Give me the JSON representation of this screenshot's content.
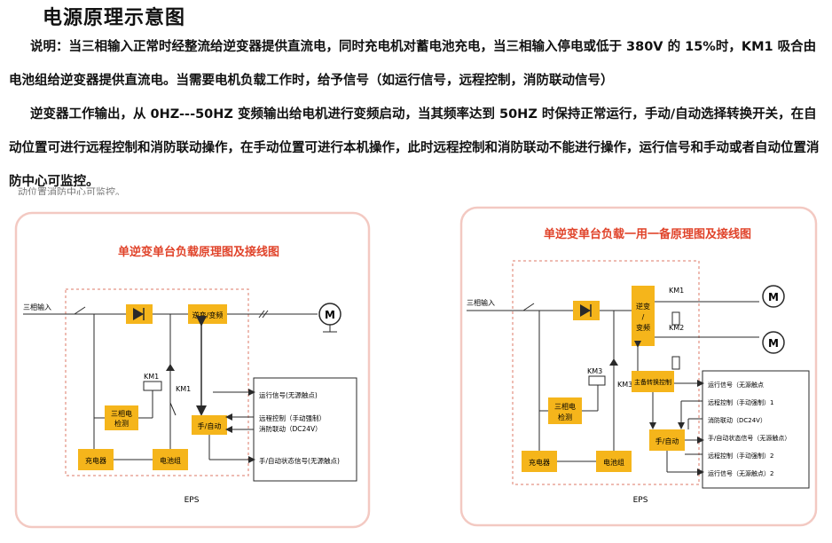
{
  "doc": {
    "title": "电源原理示意图",
    "para1": "说明：当三相输入正常时经整流给逆变器提供直流电，同时充电机对蓄电池充电，当三相输入停电或低于 380V 的 15%时，KM1 吸合由电池组给逆变器提供直流电。当需要电机负载工作时，给予信号（如运行信号，远程控制，消防联动信号）",
    "para2": "逆变器工作输出，从 0HZ---50HZ 变频输出给电机进行变频启动，当其频率达到 50HZ 时保持正常运行，手动/自动选择转换开关，在自动位置可进行远程控制和消防联动操作，在手动位置可进行本机操作，此时远程控制和消防联动不能进行操作，运行信号和手动或者自动位置消防中心可监控。",
    "clipped_line": "动位置消防中心可监控。"
  },
  "diagram_left": {
    "title": "单逆变单台负载原理图及接线图",
    "input_label": "三相输入",
    "inverter": "逆变/变频",
    "motor": "M",
    "km1": "KM1",
    "tri_detect_1": "三相电",
    "tri_detect_2": "检测",
    "manual_auto": "手/自动",
    "charger": "充电器",
    "battery": "电池组",
    "signal_1": "运行信号(无源触点)",
    "signal_2": "远程控制（手动强制）",
    "signal_3": "消防联动（DC24V）",
    "signal_4": "手/自动状态信号(无源触点)",
    "eps": "EPS"
  },
  "diagram_right": {
    "title": "单逆变单台负载一用一备原理图及接线图",
    "input_label": "三相输入",
    "inverter_1": "逆变",
    "inverter_2": "/",
    "inverter_3": "变频",
    "km1": "KM1",
    "km2": "KM2",
    "km3": "KM3",
    "motor": "M",
    "switch_ctrl": "主备转换控制",
    "tri_detect_1": "三相电",
    "tri_detect_2": "检测",
    "manual_auto": "手/自动",
    "charger": "充电器",
    "battery": "电池组",
    "signal_1": "运行信号（无源触点",
    "signal_2": "远程控制（手动强制）1",
    "signal_3": "消防联动（DC24V）",
    "signal_4": "手/自动状态信号（无源触点）",
    "signal_5": "远程控制（手动强制）2",
    "signal_6": "运行信号（无源触点）2",
    "eps": "EPS"
  },
  "colors": {
    "box_fill": "#f5b51b",
    "frame_stroke": "#f3c9c2",
    "dash_stroke": "#e8a59a",
    "title_red": "#e0432a",
    "line": "#2a2a2a"
  }
}
